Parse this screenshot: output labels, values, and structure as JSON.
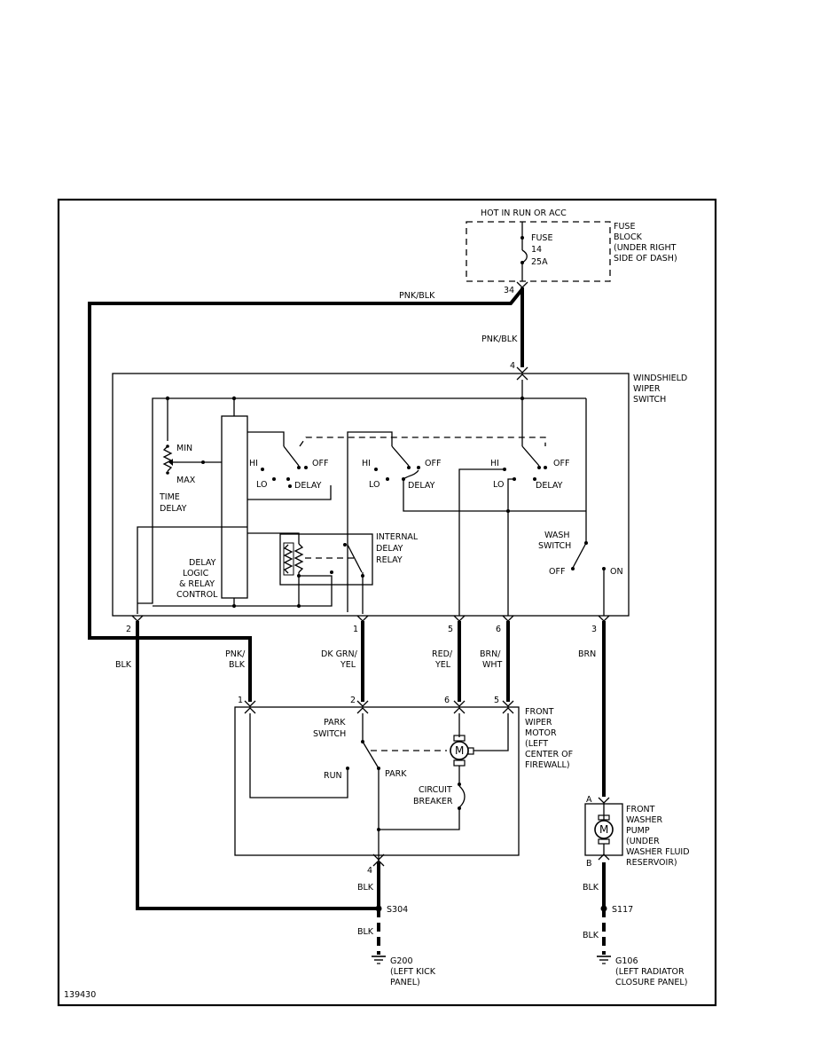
{
  "power": {
    "label": "HOT IN RUN OR ACC"
  },
  "fuse": {
    "label": "FUSE",
    "number": "14",
    "rating": "25A",
    "location_lines": [
      "FUSE",
      "BLOCK",
      "(UNDER RIGHT",
      "SIDE OF DASH)"
    ],
    "pin": "34"
  },
  "wires": {
    "pnk_blk_top": "PNK/BLK",
    "pnk_blk_vertical": "PNK/BLK",
    "blk_left": "BLK",
    "pnk_blk_motor": [
      "PNK/",
      "BLK"
    ],
    "dk_grn_yel": [
      "DK GRN/",
      "YEL"
    ],
    "red_yel": [
      "RED/",
      "YEL"
    ],
    "brn_wht": [
      "BRN/",
      "WHT"
    ],
    "brn": "BRN",
    "blk_g200_upper": "BLK",
    "blk_g200_lower": "BLK",
    "blk_g106_upper": "BLK",
    "blk_g106_lower": "BLK"
  },
  "switch": {
    "title_lines": [
      "WINDSHIELD",
      "WIPER",
      "SWITCH"
    ],
    "top_pin": "4",
    "bottom_pins": [
      "2",
      "1",
      "5",
      "6",
      "3"
    ],
    "time_delay": {
      "min": "MIN",
      "max": "MAX",
      "label_lines": [
        "TIME",
        "DELAY"
      ]
    },
    "delay_logic_lines": [
      "DELAY",
      "LOGIC",
      "& RELAY",
      "CONTROL"
    ],
    "relay_lines": [
      "INTERNAL",
      "DELAY",
      "RELAY"
    ],
    "deck": {
      "hi": "HI",
      "lo": "LO",
      "off": "OFF",
      "delay": "DELAY"
    },
    "wash": {
      "label_lines": [
        "WASH",
        "SWITCH"
      ],
      "off": "OFF",
      "on": "ON"
    }
  },
  "motor": {
    "title_lines": [
      "FRONT",
      "WIPER",
      "MOTOR",
      "(LEFT",
      "CENTER OF",
      "FIREWALL)"
    ],
    "top_pins": [
      "1",
      "2",
      "6",
      "5"
    ],
    "bottom_pin": "4",
    "park_switch_lines": [
      "PARK",
      "SWITCH"
    ],
    "run": "RUN",
    "park": "PARK",
    "circuit_breaker_lines": [
      "CIRCUIT",
      "BREAKER"
    ],
    "symbol": "M"
  },
  "pump": {
    "title_lines": [
      "FRONT",
      "WASHER",
      "PUMP",
      "(UNDER",
      "WASHER FLUID",
      "RESERVOIR)"
    ],
    "pin_a": "A",
    "pin_b": "B",
    "symbol": "M"
  },
  "splices": {
    "s304": "S304",
    "s117": "S117"
  },
  "grounds": {
    "g200_lines": [
      "G200",
      "(LEFT KICK",
      "PANEL)"
    ],
    "g106_lines": [
      "G106",
      "(LEFT RADIATOR",
      "CLOSURE PANEL)"
    ]
  },
  "figure_id": "139430"
}
